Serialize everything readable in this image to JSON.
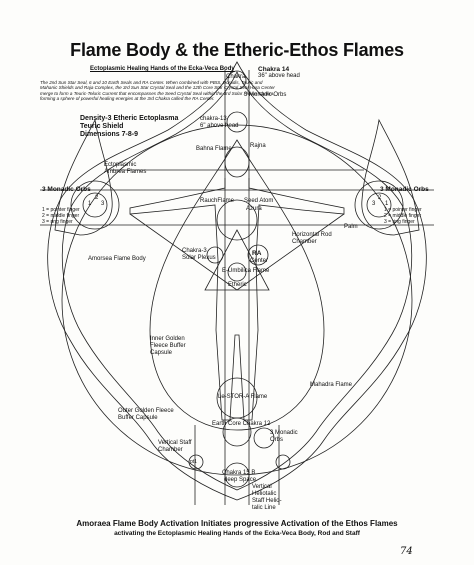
{
  "title": "Flame Body & the Etheric-Ethos Flames",
  "subtitle": "Ectoplasmic Healing Hands of the Ecka-Veca Body",
  "note": "The 2nd Sun Star Seal, 6 and 10 Earth Seals and RA Center. When combined with PBIS, Doradis, Teuric and Mahanic Shields and Raja Complex, the 3rd Sun Star Crystal Seal and the 12th Core Star Crystal Seal Hara Center merge to form a Teuric-Teluric Current that encompasses the Seed Crystal Seal within the 3rd Solar Flexus Chakra, forming a sphere of powerful healing energies at the 3rd Chakra called the RA Center.",
  "density": [
    "Density-3 Etheric Ectoplasma",
    "Teuric Shield",
    "Dimensions 7-8-9"
  ],
  "labels": {
    "chakra14": "Chakra 14",
    "above_head_36": "36\" above head",
    "chakra_top": "Chakra",
    "monadic_top": "3 Monadic Orbs",
    "chakra13": "chakra-13",
    "above_head_6": "6\" above head",
    "ra_head": "Rajna",
    "bahna": "Bahna Flame",
    "ectoplasmic_ambrea": "Ectoplasmic Ambrea Flames",
    "monadic_left": "3 Monadic Orbs",
    "monadic_right": "3 Monadic Orbs",
    "finger_left": [
      "1 = pointer finger",
      "2 = middle finger",
      "3 = ring finger"
    ],
    "finger_right": [
      "1 = pointer finger",
      "2 = middle finger",
      "3 = ring finger"
    ],
    "rauch": "RauchFlame",
    "seed_atom": "Seed Atom",
    "azurA": "Azura",
    "horizontal_rod": "Horizontal Rod Chamber",
    "palm": "Palm",
    "solar_plexus": "Chakra-3 Solar Plexus",
    "ra": "RA",
    "ra_center": "Center",
    "e_umbilica": "E-Umbilica Flame",
    "etheric_umbilical": "Etheric",
    "amorsea": "Amorsea Flame Body",
    "inner_golden": "Inner Golden Fleece Buffer Capsule",
    "mahadra": "Mahadra Flame",
    "outer_golden": "Outer Golden Fleece Buffer Capsule",
    "le_stor": "Le-STOR-A Flame",
    "earth_core": "Earth Core Chakra 12",
    "monadic_low": "3 Monadic Orbs",
    "vertical_staff": "Vertical Staff Chamber",
    "pt1": "pt1",
    "chakra15": "Chakra 15 B",
    "deep_space": "deep Space",
    "vertical_helio": "Vertical Heliotalic Staff Helio-talic Line"
  },
  "caption": [
    "Amoraea Flame Body Activation Initiates progressive Activation of the Ethos Flames",
    "activating the Ectoplasmic Healing Hands of the Ecka-Veca Body, Rod and Staff"
  ],
  "page_number": "74"
}
